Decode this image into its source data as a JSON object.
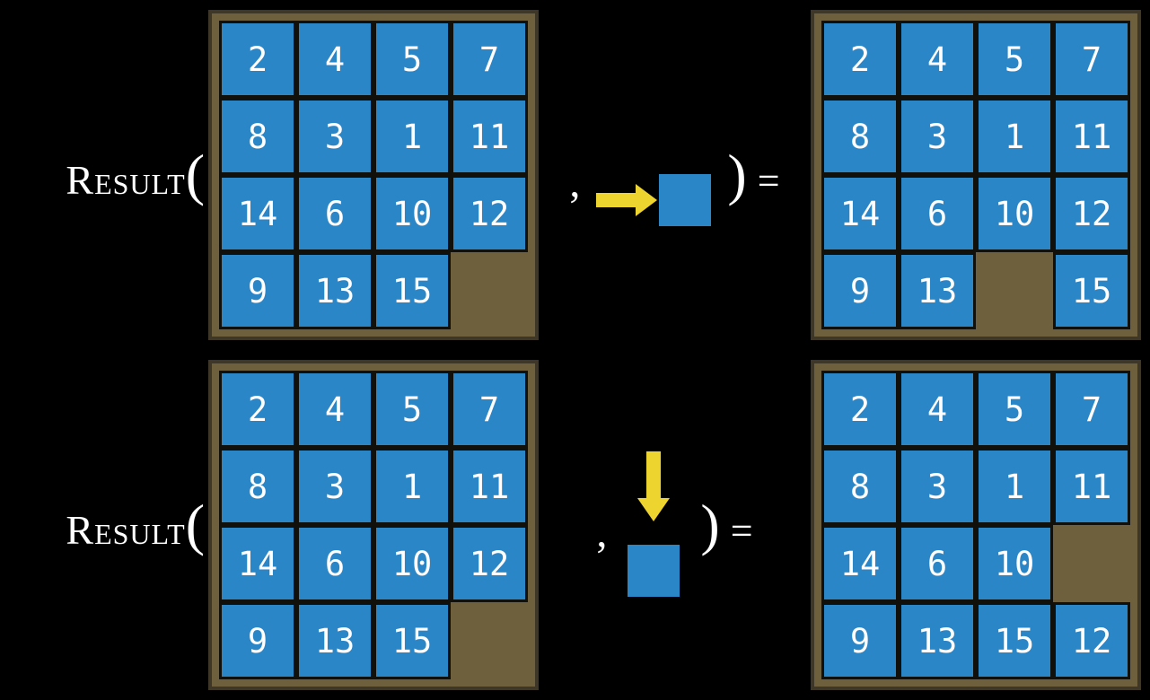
{
  "colors": {
    "background": "#000000",
    "board": "#6e5f3d",
    "board_border": "#3e3626",
    "tile": "#2b86c8",
    "tile_border": "#12100a",
    "number": "#ffffff",
    "arrow": "#eed42f",
    "text": "#ffffff"
  },
  "rows": [
    {
      "function_name": "Result",
      "open_paren": "(",
      "comma": ",",
      "action_direction": "right",
      "close_paren": ")",
      "equals": "=",
      "before": [
        [
          2,
          4,
          5,
          7
        ],
        [
          8,
          3,
          1,
          11
        ],
        [
          14,
          6,
          10,
          12
        ],
        [
          9,
          13,
          15,
          null
        ]
      ],
      "after": [
        [
          2,
          4,
          5,
          7
        ],
        [
          8,
          3,
          1,
          11
        ],
        [
          14,
          6,
          10,
          12
        ],
        [
          9,
          13,
          null,
          15
        ]
      ]
    },
    {
      "function_name": "Result",
      "open_paren": "(",
      "comma": ",",
      "action_direction": "down",
      "close_paren": ")",
      "equals": "=",
      "before": [
        [
          2,
          4,
          5,
          7
        ],
        [
          8,
          3,
          1,
          11
        ],
        [
          14,
          6,
          10,
          12
        ],
        [
          9,
          13,
          15,
          null
        ]
      ],
      "after": [
        [
          2,
          4,
          5,
          7
        ],
        [
          8,
          3,
          1,
          11
        ],
        [
          14,
          6,
          10,
          null
        ],
        [
          9,
          13,
          15,
          12
        ]
      ]
    }
  ]
}
